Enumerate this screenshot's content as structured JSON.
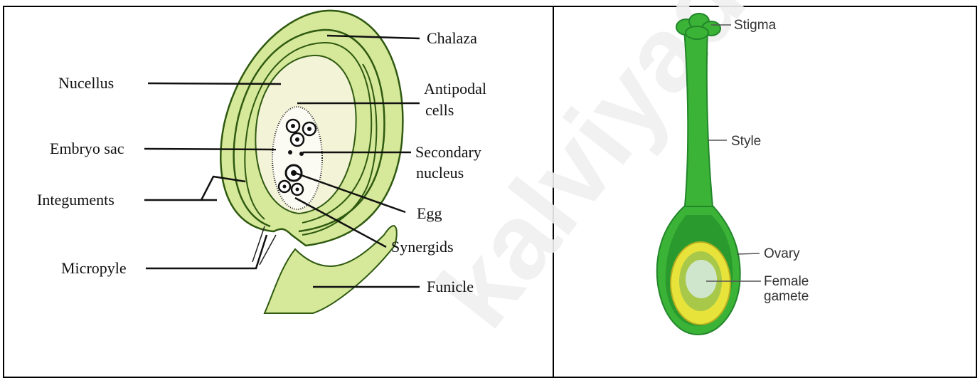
{
  "ovule_labels": {
    "chalaza": "Chalaza",
    "nucellus": "Nucellus",
    "antipodal_line1": "Antipodal",
    "antipodal_line2": "cells",
    "embryo_sac": "Embryo sac",
    "secondary_line1": "Secondary",
    "secondary_line2": "nucleus",
    "integuments": "Integuments",
    "egg": "Egg",
    "micropyle": "Micropyle",
    "synergids": "Synergids",
    "funicle": "Funicle"
  },
  "pistil_labels": {
    "stigma": "Stigma",
    "style": "Style",
    "ovary": "Ovary",
    "female_line1": "Female",
    "female_line2": "gamete"
  },
  "watermark": "kalviyadasalai",
  "colors": {
    "ovule_green": "#d6e89a",
    "nucellus": "#f3f3d8",
    "pistil_green": "#3bb336",
    "pistil_dark": "#22862a",
    "ovary_yellow": "#e8e33a",
    "watermark": "#f0f0f0"
  }
}
